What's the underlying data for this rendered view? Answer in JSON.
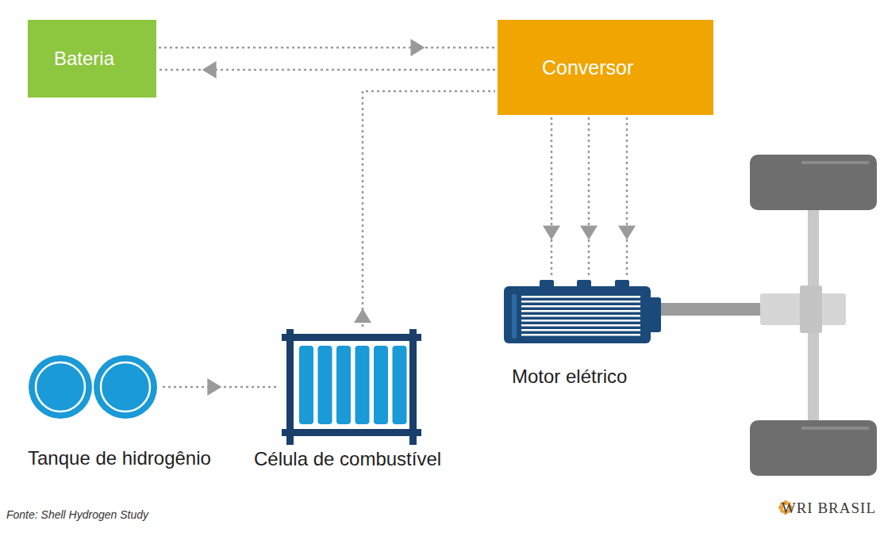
{
  "diagram": {
    "nodes": [
      {
        "text": [
          "Bateria"
        ]
      },
      {
        "text": [
          "Conversor"
        ]
      },
      {
        "text": [
          "Motor elétrico"
        ]
      },
      {
        "text": [
          "Tanque de hidrogênio"
        ]
      },
      {
        "text": [
          "Célula de combustível"
        ]
      }
    ],
    "edges": [
      {
        "from": 0,
        "to": 1,
        "arrow": "to"
      },
      {
        "from": 1,
        "to": 0,
        "arrow": "to"
      },
      {
        "from": 4,
        "to": 1,
        "arrow": "to"
      },
      {
        "from": 3,
        "to": 4,
        "arrow": "to"
      },
      {
        "from": 1,
        "to": 2,
        "arrow": "to"
      },
      {
        "from": 1,
        "to": 2,
        "arrow": "to"
      },
      {
        "from": 1,
        "to": 2,
        "arrow": "to"
      }
    ],
    "labels": [
      "Fonte: Shell Hydrogen Study",
      "WRI BRASIL"
    ]
  }
}
